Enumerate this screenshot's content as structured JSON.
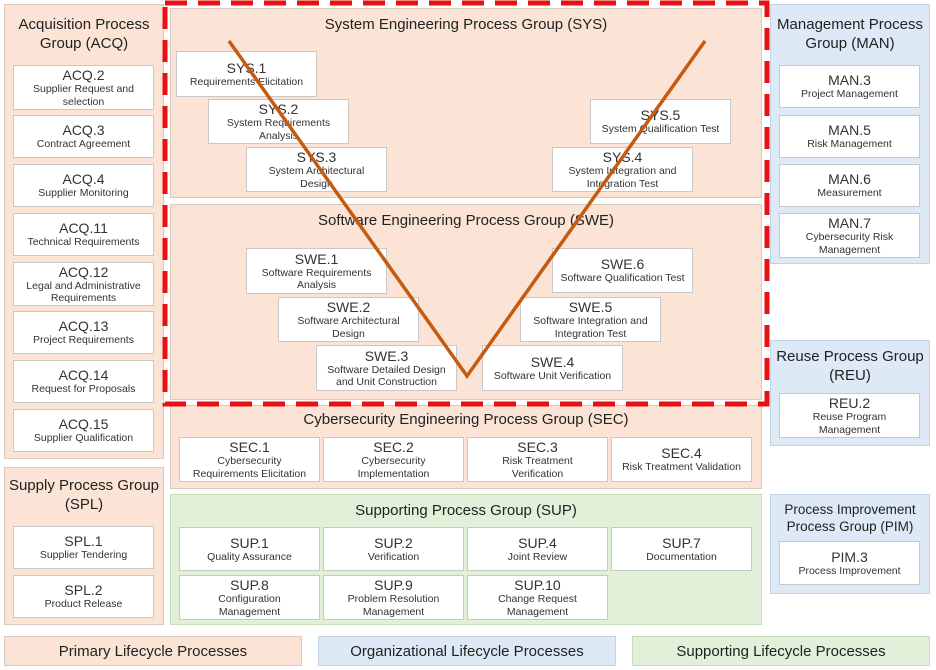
{
  "acq": {
    "title": "Acquisition Process\nGroup (ACQ)",
    "items": [
      {
        "code": "ACQ.2",
        "name": "Supplier Request and\nselection"
      },
      {
        "code": "ACQ.3",
        "name": "Contract Agreement"
      },
      {
        "code": "ACQ.4",
        "name": "Supplier Monitoring"
      },
      {
        "code": "ACQ.11",
        "name": "Technical Requirements"
      },
      {
        "code": "ACQ.12",
        "name": "Legal and Administrative\nRequirements"
      },
      {
        "code": "ACQ.13",
        "name": "Project Requirements"
      },
      {
        "code": "ACQ.14",
        "name": "Request for Proposals"
      },
      {
        "code": "ACQ.15",
        "name": "Supplier Qualification"
      }
    ]
  },
  "spl": {
    "title": "Supply Process Group\n(SPL)",
    "items": [
      {
        "code": "SPL.1",
        "name": "Supplier Tendering"
      },
      {
        "code": "SPL.2",
        "name": "Product Release"
      }
    ]
  },
  "sys": {
    "title": "System Engineering Process Group (SYS)",
    "items": [
      {
        "code": "SYS.1",
        "name": "Requirements Elicitation"
      },
      {
        "code": "SYS.2",
        "name": "System Requirements\nAnalysis"
      },
      {
        "code": "SYS.3",
        "name": "System Architectural\nDesign"
      },
      {
        "code": "SYS.4",
        "name": "System Integration and\nIntegration Test"
      },
      {
        "code": "SYS.5",
        "name": "System Qualification Test"
      }
    ]
  },
  "swe": {
    "title": "Software Engineering Process Group (SWE)",
    "items": [
      {
        "code": "SWE.1",
        "name": "Software Requirements\nAnalysis"
      },
      {
        "code": "SWE.2",
        "name": "Software Architectural\nDesign"
      },
      {
        "code": "SWE.3",
        "name": "Software Detailed Design\nand Unit Construction"
      },
      {
        "code": "SWE.4",
        "name": "Software Unit Verification"
      },
      {
        "code": "SWE.5",
        "name": "Software Integration and\nIntegration Test"
      },
      {
        "code": "SWE.6",
        "name": "Software Qualification Test"
      }
    ]
  },
  "sec": {
    "title": "Cybersecurity Engineering Process Group (SEC)",
    "items": [
      {
        "code": "SEC.1",
        "name": "Cybersecurity\nRequirements Elicitation"
      },
      {
        "code": "SEC.2",
        "name": "Cybersecurity\nImplementation"
      },
      {
        "code": "SEC.3",
        "name": "Risk Treatment\nVerification"
      },
      {
        "code": "SEC.4",
        "name": "Risk Treatment Validation"
      }
    ]
  },
  "sup": {
    "title": "Supporting Process Group (SUP)",
    "items": [
      {
        "code": "SUP.1",
        "name": "Quality Assurance"
      },
      {
        "code": "SUP.2",
        "name": "Verification"
      },
      {
        "code": "SUP.4",
        "name": "Joint Review"
      },
      {
        "code": "SUP.7",
        "name": "Documentation"
      },
      {
        "code": "SUP.8",
        "name": "Configuration\nManagement"
      },
      {
        "code": "SUP.9",
        "name": "Problem Resolution\nManagement"
      },
      {
        "code": "SUP.10",
        "name": "Change Request\nManagement"
      }
    ]
  },
  "man": {
    "title": "Management Process\nGroup (MAN)",
    "items": [
      {
        "code": "MAN.3",
        "name": "Project Management"
      },
      {
        "code": "MAN.5",
        "name": "Risk Management"
      },
      {
        "code": "MAN.6",
        "name": "Measurement"
      },
      {
        "code": "MAN.7",
        "name": "Cybersecurity Risk\nManagement"
      }
    ]
  },
  "reu": {
    "title": "Reuse Process Group\n(REU)",
    "items": [
      {
        "code": "REU.2",
        "name": "Reuse Program\nManagement"
      }
    ]
  },
  "pim": {
    "title": "Process Improvement\nProcess Group (PIM)",
    "items": [
      {
        "code": "PIM.3",
        "name": "Process Improvement"
      }
    ]
  },
  "legend": {
    "primary": "Primary Lifecycle Processes",
    "organizational": "Organizational Lifecycle Processes",
    "supporting": "Supporting Lifecycle Processes"
  },
  "colors": {
    "primary_fill": "#fbe3d6",
    "organizational_fill": "#dde9f5",
    "supporting_fill": "#e2f0d9",
    "v_line": "#c55a11",
    "dashed_frame": "#e81010"
  }
}
